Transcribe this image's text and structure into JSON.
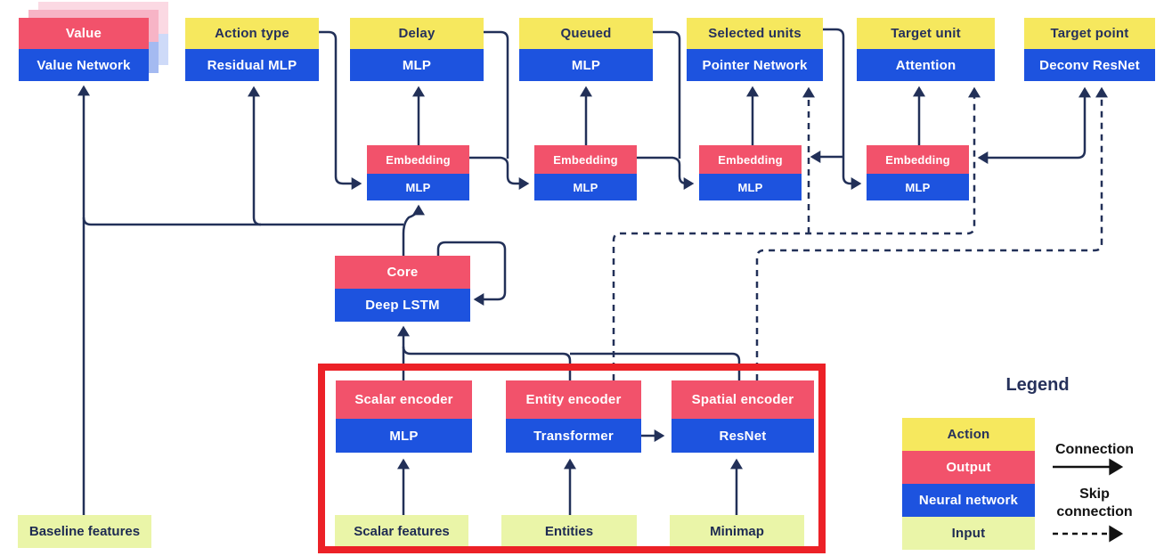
{
  "diagram": {
    "heads": [
      {
        "action": "Value",
        "network": "Value Network"
      },
      {
        "action": "Action type",
        "network": "Residual MLP"
      },
      {
        "action": "Delay",
        "network": "MLP"
      },
      {
        "action": "Queued",
        "network": "MLP"
      },
      {
        "action": "Selected units",
        "network": "Pointer Network"
      },
      {
        "action": "Target unit",
        "network": "Attention"
      },
      {
        "action": "Target point",
        "network": "Deconv ResNet"
      }
    ],
    "embeddings": [
      {
        "top": "Embedding",
        "bottom": "MLP"
      },
      {
        "top": "Embedding",
        "bottom": "MLP"
      },
      {
        "top": "Embedding",
        "bottom": "MLP"
      },
      {
        "top": "Embedding",
        "bottom": "MLP"
      }
    ],
    "core": {
      "top": "Core",
      "bottom": "Deep LSTM"
    },
    "encoders": [
      {
        "top": "Scalar encoder",
        "bottom": "MLP"
      },
      {
        "top": "Entity encoder",
        "bottom": "Transformer"
      },
      {
        "top": "Spatial encoder",
        "bottom": "ResNet"
      }
    ],
    "inputs": [
      {
        "label": "Baseline features"
      },
      {
        "label": "Scalar features"
      },
      {
        "label": "Entities"
      },
      {
        "label": "Minimap"
      }
    ]
  },
  "legend": {
    "title": "Legend",
    "items": [
      {
        "label": "Action",
        "color": "#F6E85E"
      },
      {
        "label": "Output",
        "color": "#F2526B"
      },
      {
        "label": "Neural network",
        "color": "#1D53DF"
      },
      {
        "label": "Input",
        "color": "#EAF5A8"
      }
    ],
    "connection_label": "Connection",
    "skip_label": "Skip connection"
  },
  "colors": {
    "action_yellow": "#F6E85E",
    "output_pink": "#F2526B",
    "network_blue": "#1D53DF",
    "input_green": "#EAF5A8",
    "line_navy": "#223058",
    "highlight_red": "#EC2127"
  }
}
